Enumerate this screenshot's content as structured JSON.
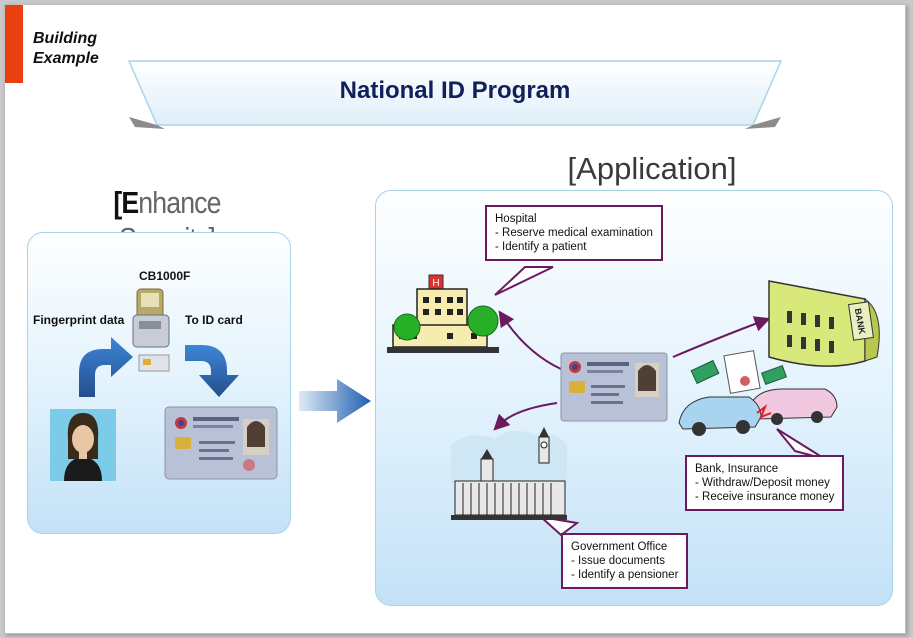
{
  "corner_label": {
    "line1": "Building",
    "line2": "Example"
  },
  "title": "National ID Program",
  "left": {
    "heading_first": "[E",
    "heading_rest": "nhance Security]",
    "device_label": "CB1000F",
    "fingerprint_label": "Fingerprint data",
    "to_card_label": "To ID card"
  },
  "right": {
    "heading": "[Application]",
    "hospital": {
      "title": "Hospital",
      "line1": "- Reserve medical examination",
      "line2": "- Identify a patient"
    },
    "bank": {
      "title": "Bank, Insurance",
      "line1": "- Withdraw/Deposit money",
      "line2": "- Receive insurance money"
    },
    "government": {
      "title": "Government Office",
      "line1": "- Issue documents",
      "line2": "- Identify a pensioner"
    },
    "bank_sign": "BANK",
    "hospital_sign": "H"
  },
  "colors": {
    "accent": "#e8400e",
    "title": "#10205a",
    "callout_border": "#6b1a5e",
    "arrow_blue": "#2f6fb5"
  }
}
